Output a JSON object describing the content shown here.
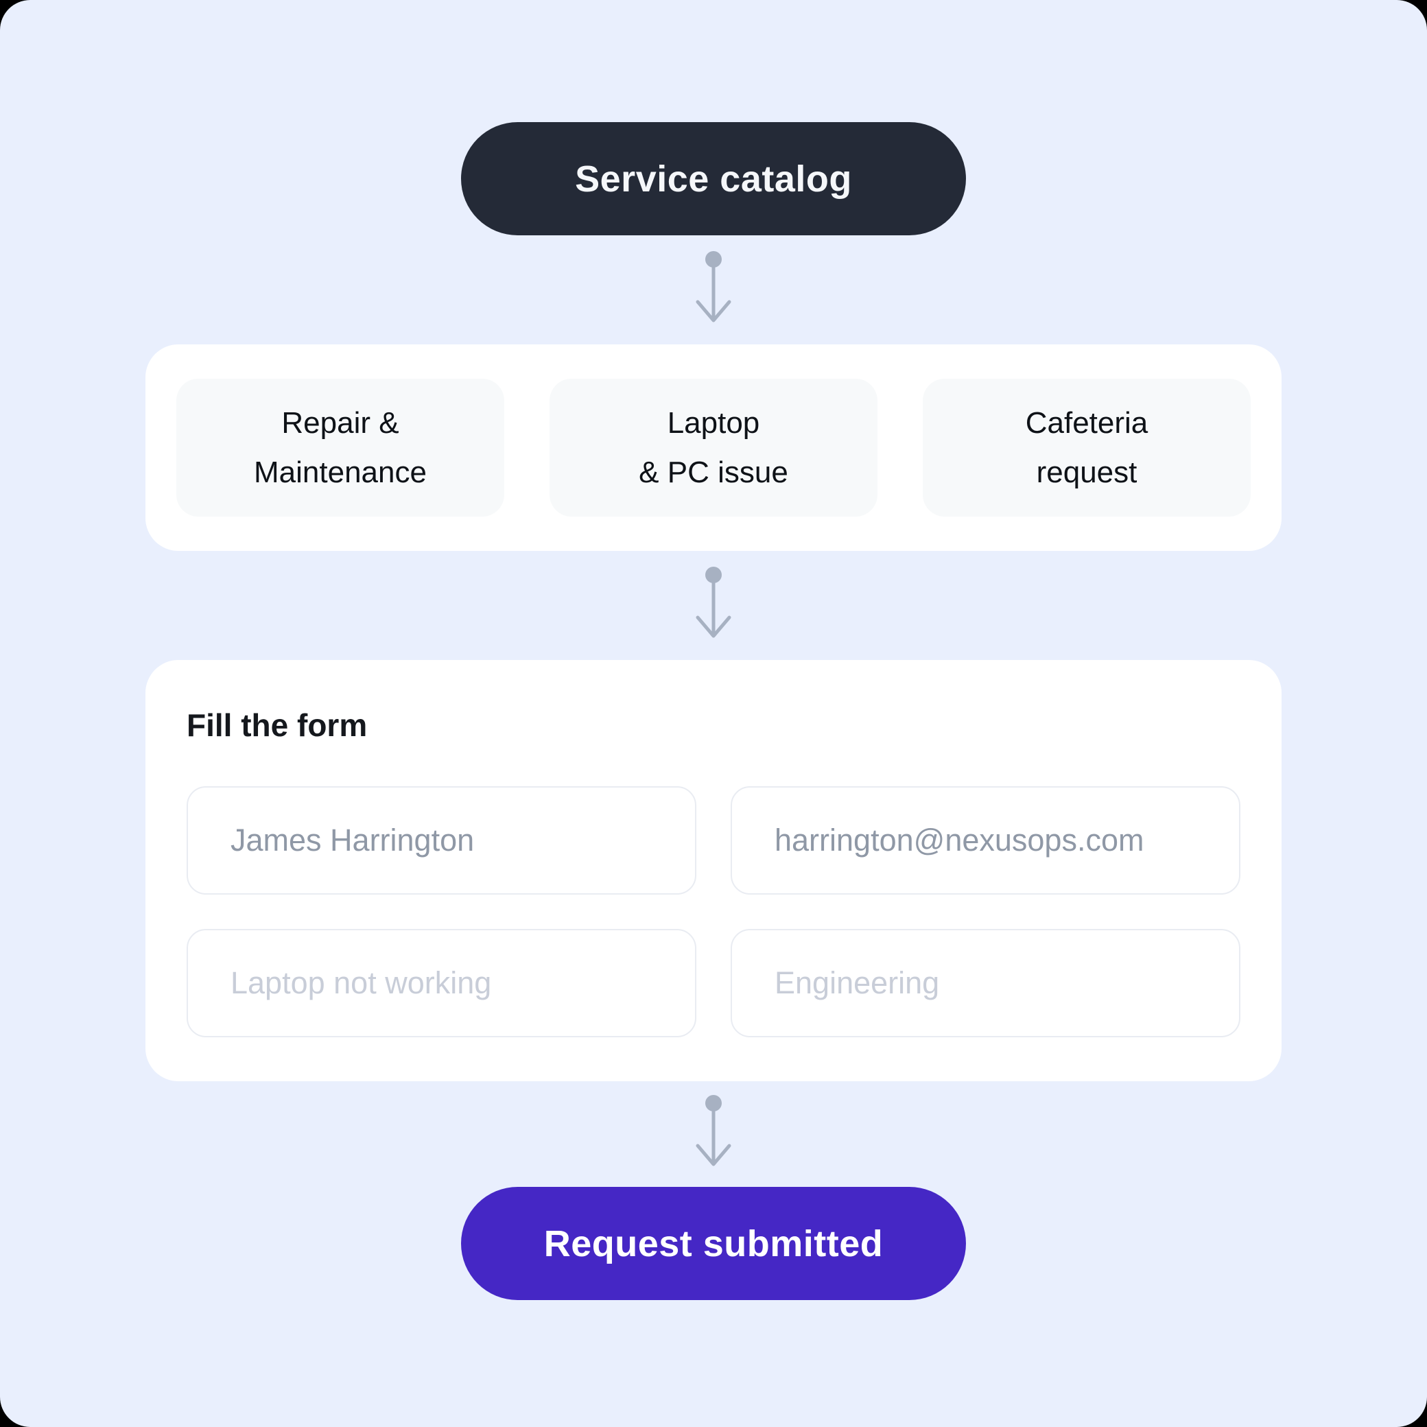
{
  "page": {
    "background_color": "#E9EFFD",
    "corner_backdrop_color": "#000000",
    "connector_color": "#A7B1C2"
  },
  "flow": {
    "start_node": {
      "label": "Service catalog",
      "bg_color": "#242A37",
      "text_color": "#F5F7FA"
    },
    "catalog_options": [
      {
        "line1": "Repair &",
        "line2": "Maintenance"
      },
      {
        "line1": "Laptop",
        "line2": "& PC issue"
      },
      {
        "line1": "Cafeteria",
        "line2": "request"
      }
    ],
    "form": {
      "title": "Fill the form",
      "fields": [
        {
          "placeholder": "James Harrington"
        },
        {
          "placeholder": "harrington@nexusops.com"
        },
        {
          "placeholder": "Laptop not working"
        },
        {
          "placeholder": "Engineering"
        }
      ]
    },
    "end_node": {
      "label": "Request submitted",
      "bg_color": "#4527C5",
      "text_color": "#FFFFFF"
    }
  }
}
